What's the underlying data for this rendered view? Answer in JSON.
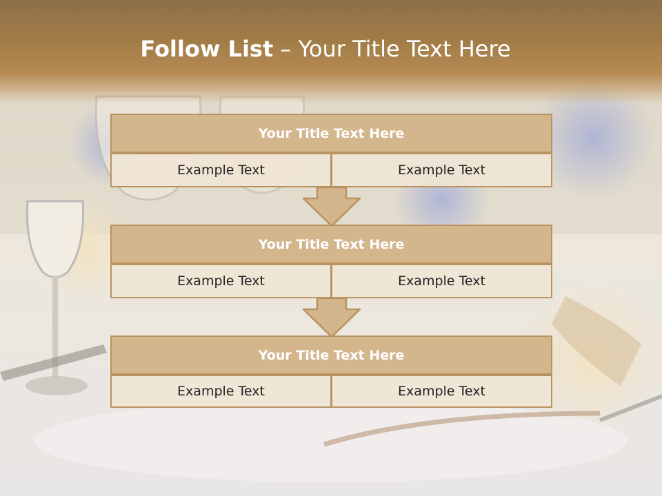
{
  "slide": {
    "title_bold": "Follow List",
    "title_rest": " – Your Title Text Here"
  },
  "steps": [
    {
      "title": "Your Title Text Here",
      "left": "Example Text",
      "right": "Example Text"
    },
    {
      "title": "Your Title Text Here",
      "left": "Example Text",
      "right": "Example Text"
    },
    {
      "title": "Your Title Text Here",
      "left": "Example Text",
      "right": "Example Text"
    }
  ],
  "colors": {
    "header": "#a27c47",
    "box_fill": "#d4b68d",
    "box_border": "#b8935f",
    "cell_fill": "#f0e5d5"
  }
}
